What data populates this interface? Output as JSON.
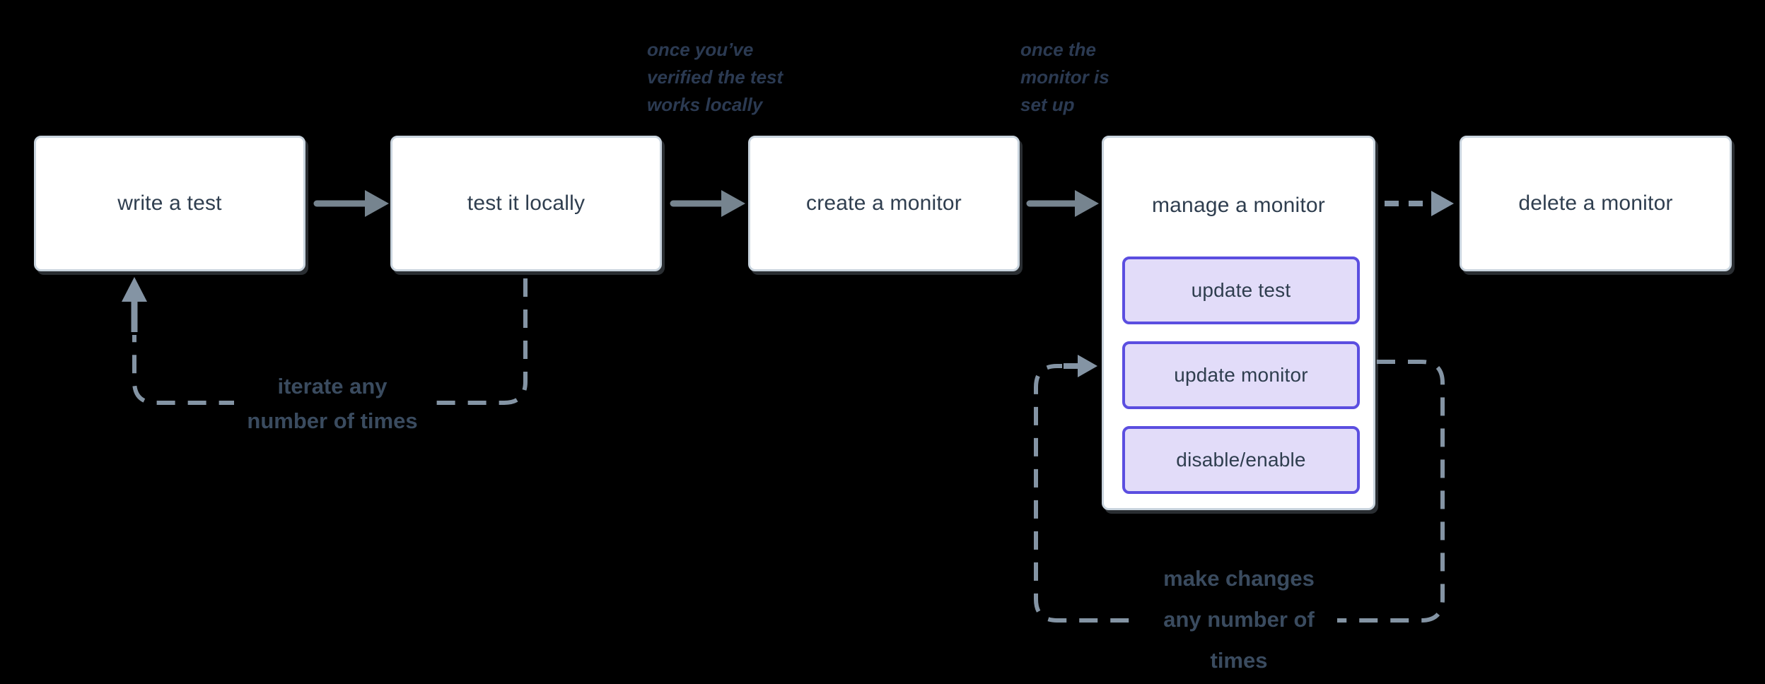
{
  "canvas": {
    "background": "#000000"
  },
  "colors": {
    "box_bg": "#FFFFFF",
    "box_border": "#C9D4DE",
    "box_text": "#2F3E4F",
    "subbox_bg": "#E2DCF9",
    "subbox_border": "#5B4EE0",
    "solid_arrow": "#76848F",
    "dashed_line": "#8494A4",
    "annotation_text": "#2B3A52",
    "loop_label_text": "#3A4B5F"
  },
  "nodes": [
    {
      "label": "write a test"
    },
    {
      "label": "test it locally"
    },
    {
      "label": "create a monitor"
    },
    {
      "label": "manage a monitor",
      "children": [
        {
          "label": "update test"
        },
        {
          "label": "update monitor"
        },
        {
          "label": "disable/enable"
        }
      ]
    },
    {
      "label": "delete a monitor"
    }
  ],
  "annotations": [
    {
      "lines": [
        "once you’ve",
        "verified the test",
        "works locally"
      ]
    },
    {
      "lines": [
        "once the",
        "monitor is",
        "set up"
      ]
    }
  ],
  "loop_labels": [
    {
      "lines": [
        "iterate any",
        "number of times"
      ]
    },
    {
      "lines": [
        "make changes",
        "any number of",
        "times"
      ]
    }
  ]
}
